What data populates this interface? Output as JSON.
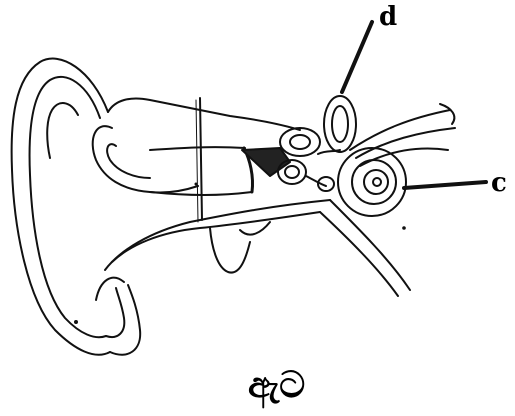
{
  "diagram": {
    "labels": {
      "d": "d",
      "c": "c"
    },
    "caption": "ඇට"
  }
}
